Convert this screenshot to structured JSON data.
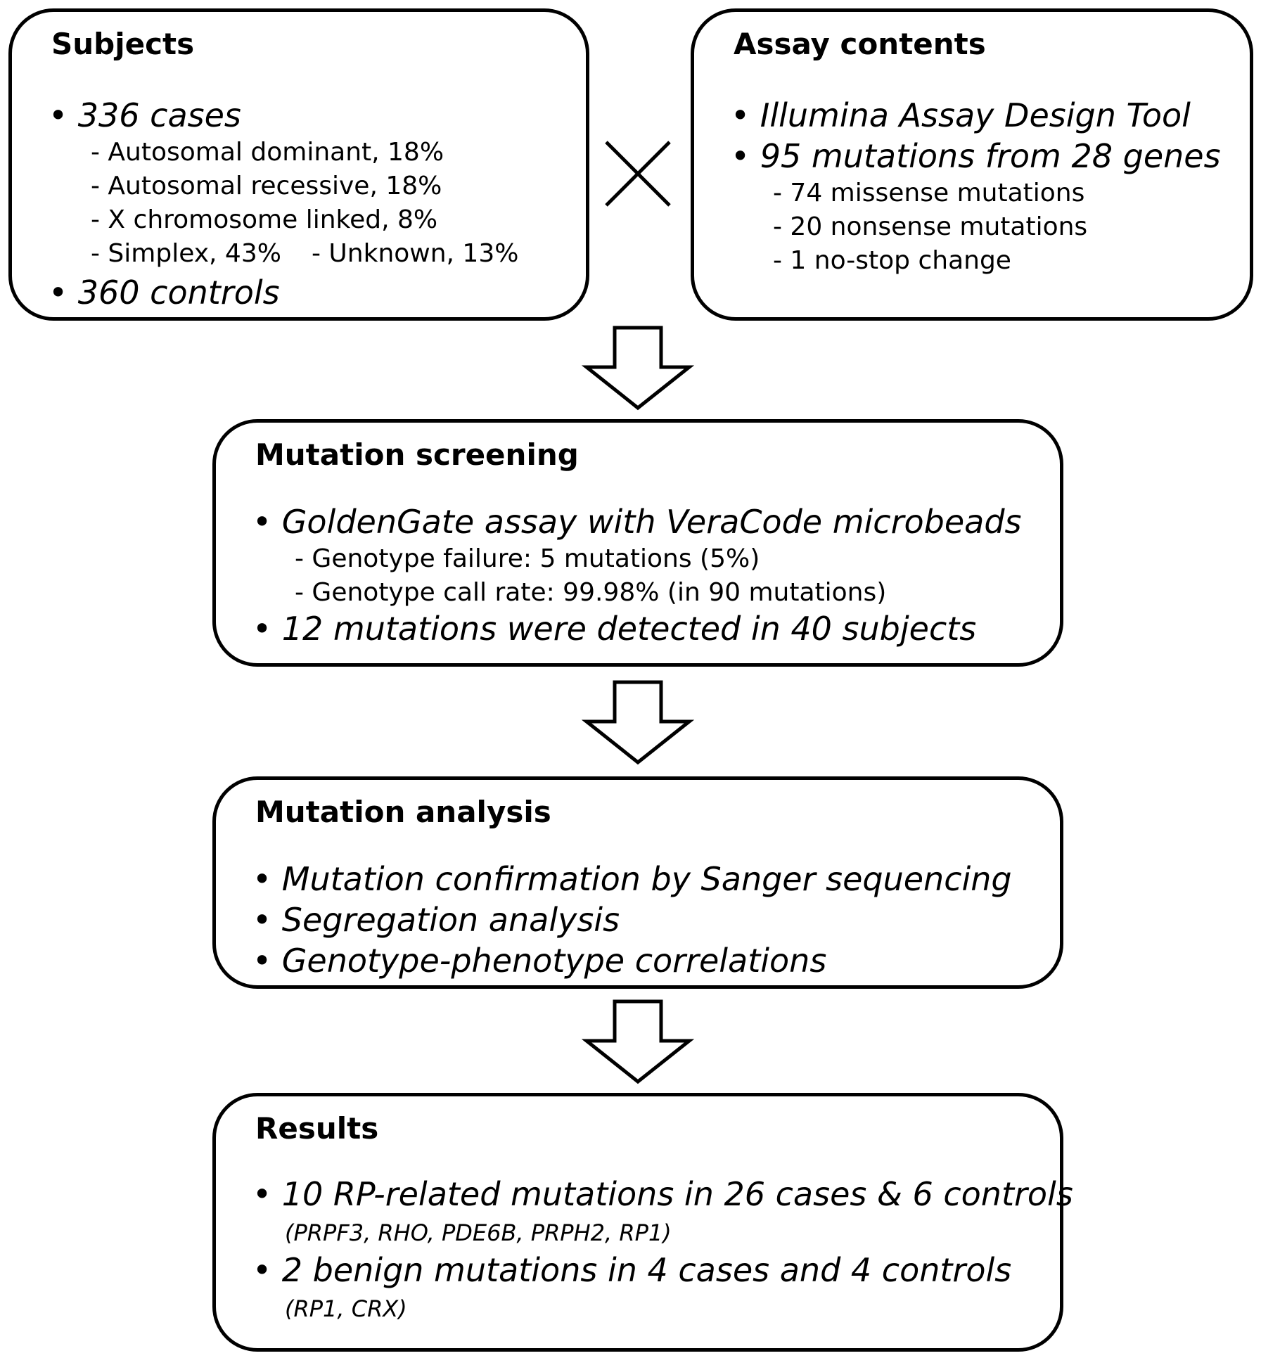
{
  "boxes": {
    "subjects": {
      "title": "Subjects",
      "cases": "• 336 cases",
      "cases_sub": [
        "- Autosomal dominant, 18%",
        "- Autosomal recessive, 18%",
        "- X chromosome linked, 8%",
        "- Simplex, 43%",
        "- Unknown, 13%"
      ],
      "controls": "• 360 controls"
    },
    "assay": {
      "title": "Assay contents",
      "items": [
        "• Illumina Assay Design Tool",
        "• 95 mutations from 28 genes"
      ],
      "sub": [
        "- 74 missense mutations",
        "- 20 nonsense mutations",
        "- 1 no-stop change"
      ]
    },
    "screening": {
      "title": "Mutation screening",
      "item1": "• GoldenGate assay with VeraCode microbeads",
      "sub": [
        "- Genotype failure: 5 mutations (5%)",
        "- Genotype call rate: 99.98% (in 90 mutations)"
      ],
      "item2": "• 12 mutations were detected in 40 subjects"
    },
    "analysis": {
      "title": "Mutation analysis",
      "items": [
        "• Mutation confirmation by Sanger sequencing",
        "• Segregation analysis",
        "• Genotype-phenotype correlations"
      ]
    },
    "results": {
      "title": "Results",
      "item1": "• 10 RP-related mutations in 26 cases & 6 controls",
      "note1": "(PRPF3, RHO, PDE6B, PRPH2, RP1)",
      "item2": "• 2 benign mutations in 4 cases and 4 controls",
      "note2": "(RP1, CRX)"
    }
  },
  "connectors": {
    "cross": "cross-symbol",
    "arrows": [
      "down-arrow",
      "down-arrow",
      "down-arrow"
    ]
  },
  "colors": {
    "stroke": "#000000",
    "background": "#ffffff"
  }
}
